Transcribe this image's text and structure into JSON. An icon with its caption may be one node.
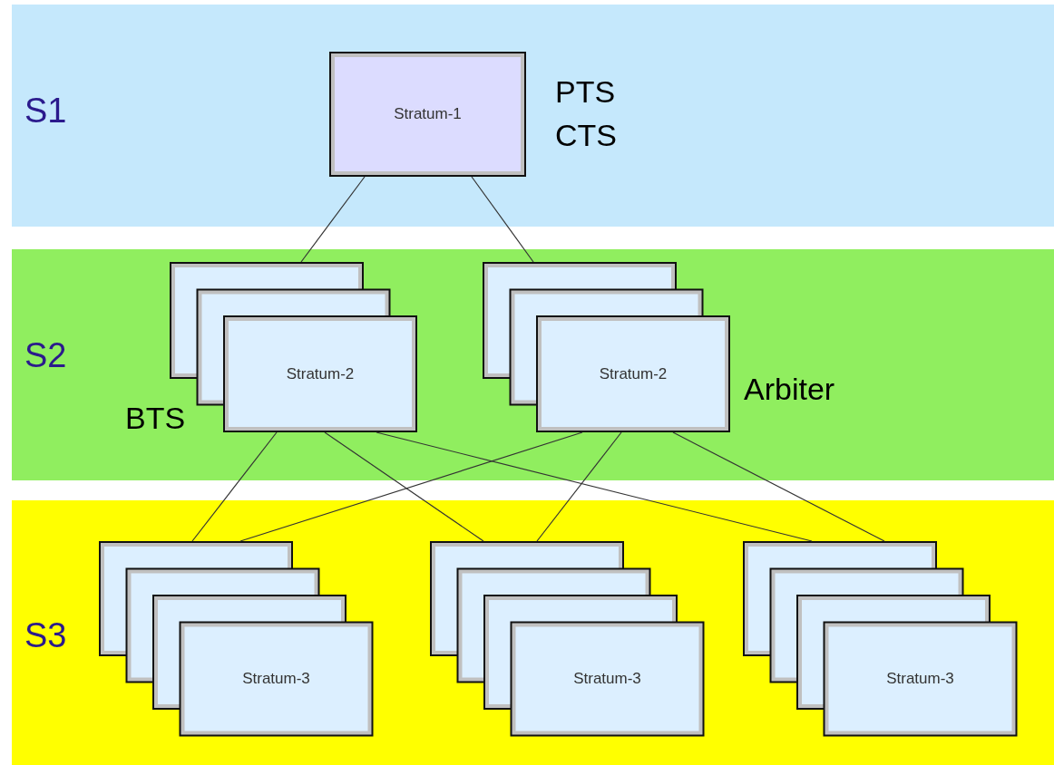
{
  "diagram": {
    "nodes": [
      {
        "text": [
          "S1"
        ]
      },
      {
        "text": [
          "Stratum-1"
        ],
        "in": 0
      },
      {
        "text": [
          "S2"
        ]
      },
      {
        "text": [
          "Stratum-2"
        ],
        "in": 2
      },
      {
        "text": [
          "Stratum-2"
        ],
        "in": 2
      },
      {
        "text": [
          "S3"
        ]
      },
      {
        "text": [
          "Stratum-3"
        ],
        "in": 5
      },
      {
        "text": [
          "Stratum-3"
        ],
        "in": 5
      },
      {
        "text": [
          "Stratum-3"
        ],
        "in": 5
      }
    ],
    "edges": [
      {
        "from": 1,
        "to": 3,
        "arrow": "none"
      },
      {
        "from": 1,
        "to": 4,
        "arrow": "none"
      },
      {
        "from": 3,
        "to": 6,
        "arrow": "none"
      },
      {
        "from": 3,
        "to": 7,
        "arrow": "none"
      },
      {
        "from": 3,
        "to": 8,
        "arrow": "none"
      },
      {
        "from": 4,
        "to": 6,
        "arrow": "none"
      },
      {
        "from": 4,
        "to": 7,
        "arrow": "none"
      },
      {
        "from": 4,
        "to": 8,
        "arrow": "none"
      }
    ],
    "labels": [
      "PTS",
      "CTS",
      "BTS",
      "Arbiter"
    ]
  }
}
